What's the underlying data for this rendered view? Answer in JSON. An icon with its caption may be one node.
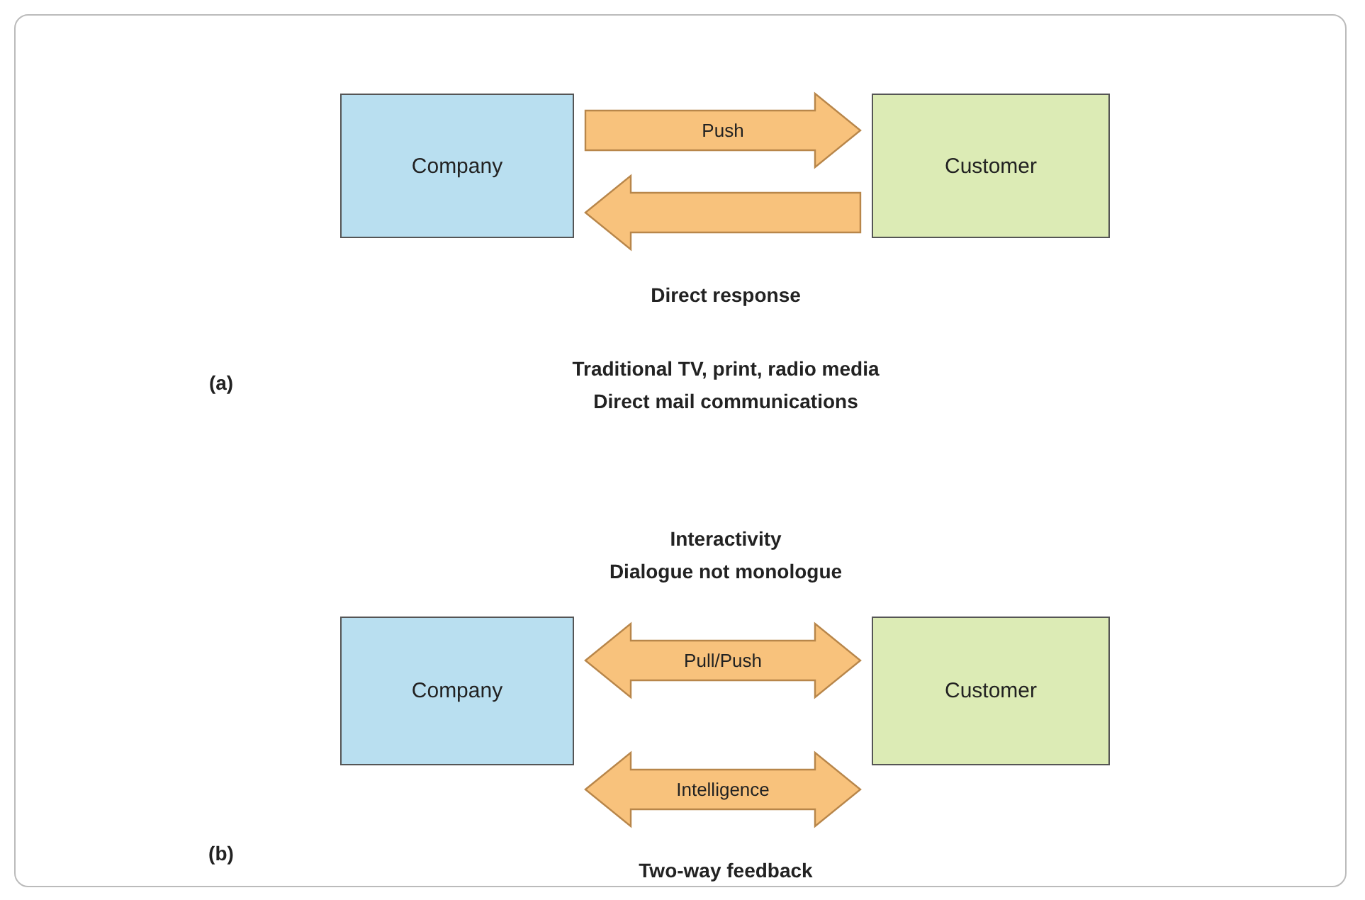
{
  "diagram": {
    "nodes": [
      {
        "text": [
          "Company"
        ]
      },
      {
        "text": [
          "Customer"
        ]
      },
      {
        "text": [
          "Company"
        ]
      },
      {
        "text": [
          "Customer"
        ]
      }
    ],
    "edges": [
      {
        "from": 0,
        "to": 1,
        "arrow": "to",
        "label": "Push"
      },
      {
        "from": 1,
        "to": 0,
        "arrow": "to",
        "label": "Direct response"
      },
      {
        "from": 2,
        "to": 3,
        "arrow": "both",
        "label": "Pull/Push"
      },
      {
        "from": 2,
        "to": 3,
        "arrow": "both",
        "label": "Intelligence"
      }
    ],
    "labels": [
      "Traditional TV, print, radio media",
      "Direct mail communications",
      "(a)",
      "Interactivity",
      "Dialogue not monologue",
      "Two-way feedback",
      "(b)"
    ]
  }
}
